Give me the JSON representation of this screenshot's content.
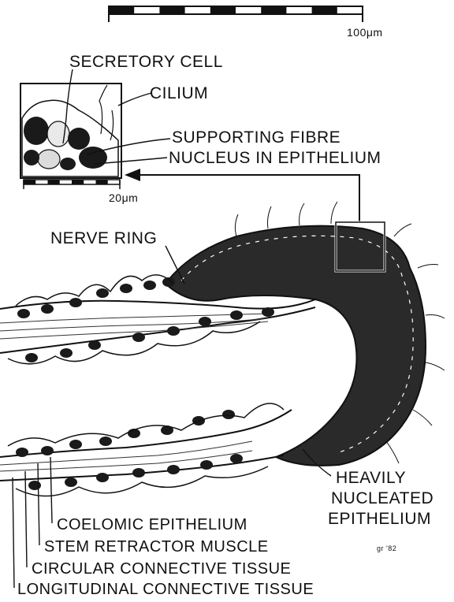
{
  "scale_bar_main": {
    "label": "100μm"
  },
  "inset": {
    "scale_label": "20μm",
    "labels": {
      "secretory_cell": "SECRETORY CELL",
      "cilium": "CILIUM",
      "supporting_fibre": "SUPPORTING FIBRE",
      "nucleus_in_epithelium": "NUCLEUS IN EPITHELIUM"
    }
  },
  "labels": {
    "nerve_ring": "NERVE RING",
    "heavily_nucleated_1": "HEAVILY",
    "heavily_nucleated_2": "NUCLEATED",
    "heavily_nucleated_3": "EPITHELIUM",
    "coelomic_epithelium": "COELOMIC EPITHELIUM",
    "stem_retractor_muscle": "STEM RETRACTOR MUSCLE",
    "circular_connective_tissue": "CIRCULAR CONNECTIVE TISSUE",
    "longitudinal_connective_tissue": "LONGITUDINAL CONNECTIVE TISSUE"
  },
  "signature": "gr '82"
}
